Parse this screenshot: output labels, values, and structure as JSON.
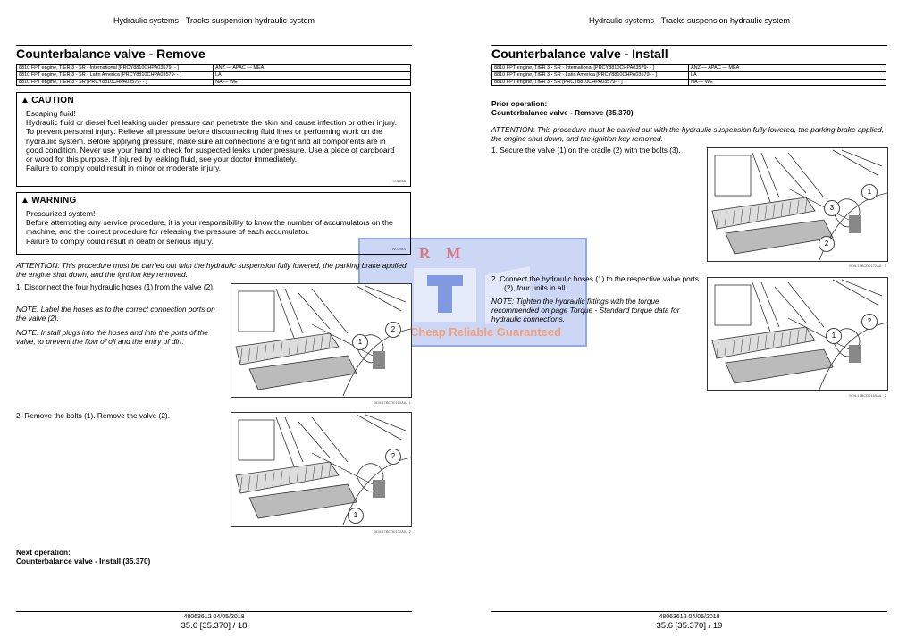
{
  "header": "Hydraulic systems - Tracks suspension hydraulic system",
  "models": [
    {
      "model": "8810 FPT engine, TIER 3 - SR - International [PRCY8810CHPA03579- - ]",
      "region": "ANZ — APAC — MEA"
    },
    {
      "model": "8810 FPT engine, TIER 3 - SR - Latin America [PRCY8810CHPA03579- - ]",
      "region": "LA"
    },
    {
      "model": "8810 FPT engine, TIER 3 - SR [PRCY8810CHPA03579- - ]",
      "region": "NA — WE"
    }
  ],
  "left": {
    "title": "Counterbalance valve - Remove",
    "caution": {
      "heading": "CAUTION",
      "lead": "Escaping fluid!",
      "body": "Hydraulic fluid or diesel fuel leaking under pressure can penetrate the skin and cause infection or other injury. To prevent personal injury: Relieve all pressure before disconnecting fluid lines or performing work on the hydraulic system. Before applying pressure, make sure all connections are tight and all components are in good condition. Never use your hand to check for suspected leaks under pressure. Use a piece of cardboard or wood for this purpose. If injured by leaking fluid, see your doctor immediately.",
      "result": "Failure to comply could result in minor or moderate injury.",
      "code": "C0104A"
    },
    "warning": {
      "heading": "WARNING",
      "lead": "Pressurized system!",
      "body": "Before attempting any service procedure, it is your responsibility to know the number of accumulators on the machine, and the correct procedure for releasing the pressure of each accumulator.",
      "result": "Failure to comply could result in death or serious injury.",
      "code": "W0398A"
    },
    "attention": "ATTENTION: This procedure must be carried out with the hydraulic suspension fully lowered, the parking brake applied, the engine shut down, and the ignition key removed.",
    "step1": "1.  Disconnect the four hydraulic hoses (1) from the valve (2).",
    "note1": "NOTE: Label the hoses as to the correct connection ports on the valve (2).",
    "note2": "NOTE: Install plugs into the hoses and into the ports of the valve, to prevent the flow of oil and the entry of dirt.",
    "step2": "2.  Remove the bolts (1). Remove the valve (2).",
    "fig1": {
      "caption": "BDIL17BCD0160AA",
      "num": "1",
      "c1": "1",
      "c2": "2"
    },
    "fig2": {
      "caption": "BDIL17BCD0172AA",
      "num": "2",
      "c1": "1",
      "c2": "2"
    },
    "next_label": "Next operation:",
    "next_link": "Counterbalance valve - Install (35.370)",
    "footer_doc": "48063612 04/05/2018",
    "footer_page": "35.6 [35.370] / 18"
  },
  "right": {
    "title": "Counterbalance valve - Install",
    "prior_label": "Prior operation:",
    "prior_link": "Counterbalance valve - Remove (35.370)",
    "attention": "ATTENTION: This procedure must be carried out with the hydraulic suspension fully lowered, the parking brake applied, the engine shut down, and the ignition key removed.",
    "step1": "1.  Secure the valve (1) on the cradle (2) with the bolts (3).",
    "step2": "2.  Connect the hydraulic hoses (1) to the respective valve ports (2), four units in all.",
    "note1": "NOTE: Tighten the hydraulic fittings with the torque recommended on page Torque - Standard torque data for hydraulic connections.",
    "fig1": {
      "caption": "BDIL17BCD0172AA",
      "num": "1",
      "c1": "1",
      "c2": "2",
      "c3": "3"
    },
    "fig2": {
      "caption": "BDIL17BCD0160AA",
      "num": "2",
      "c1": "1",
      "c2": "2"
    },
    "footer_doc": "48063612 04/05/2018",
    "footer_page": "35.6 [35.370] / 19"
  },
  "watermark": {
    "letters": "RM",
    "slogan": "Cheap Reliable Guaranteed"
  }
}
